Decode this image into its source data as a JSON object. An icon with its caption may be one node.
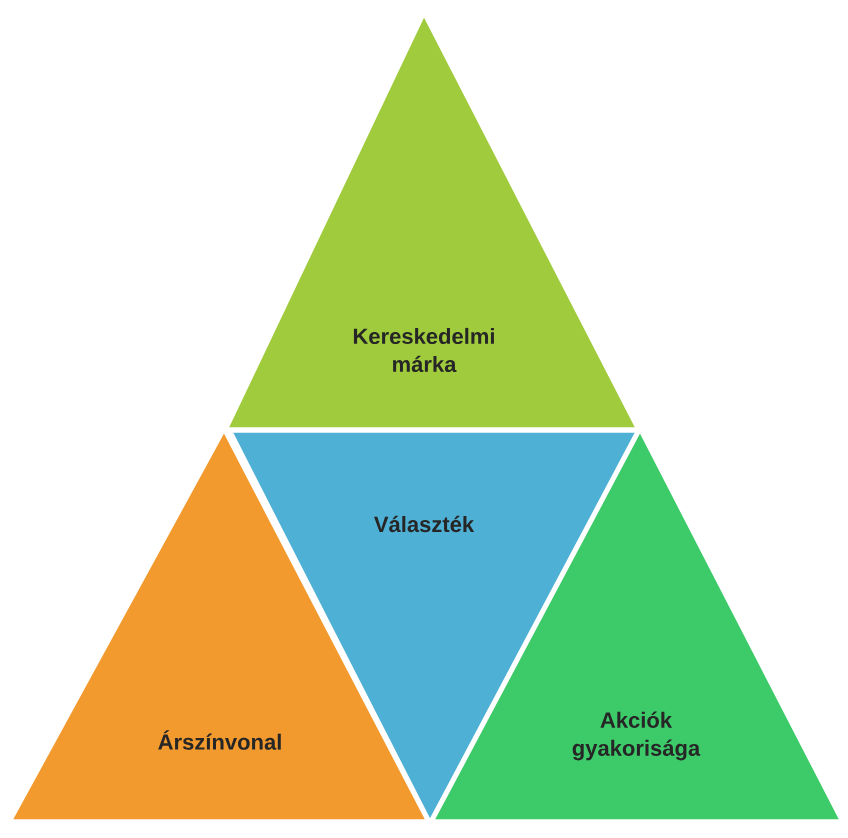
{
  "diagram": {
    "nodes": [
      {
        "text": [
          "Kereskedelmi márka"
        ]
      },
      {
        "text": [
          "Választék"
        ]
      },
      {
        "text": [
          "Árszínvonal"
        ]
      },
      {
        "text": [
          "Akciók gyakorisága"
        ]
      }
    ]
  }
}
